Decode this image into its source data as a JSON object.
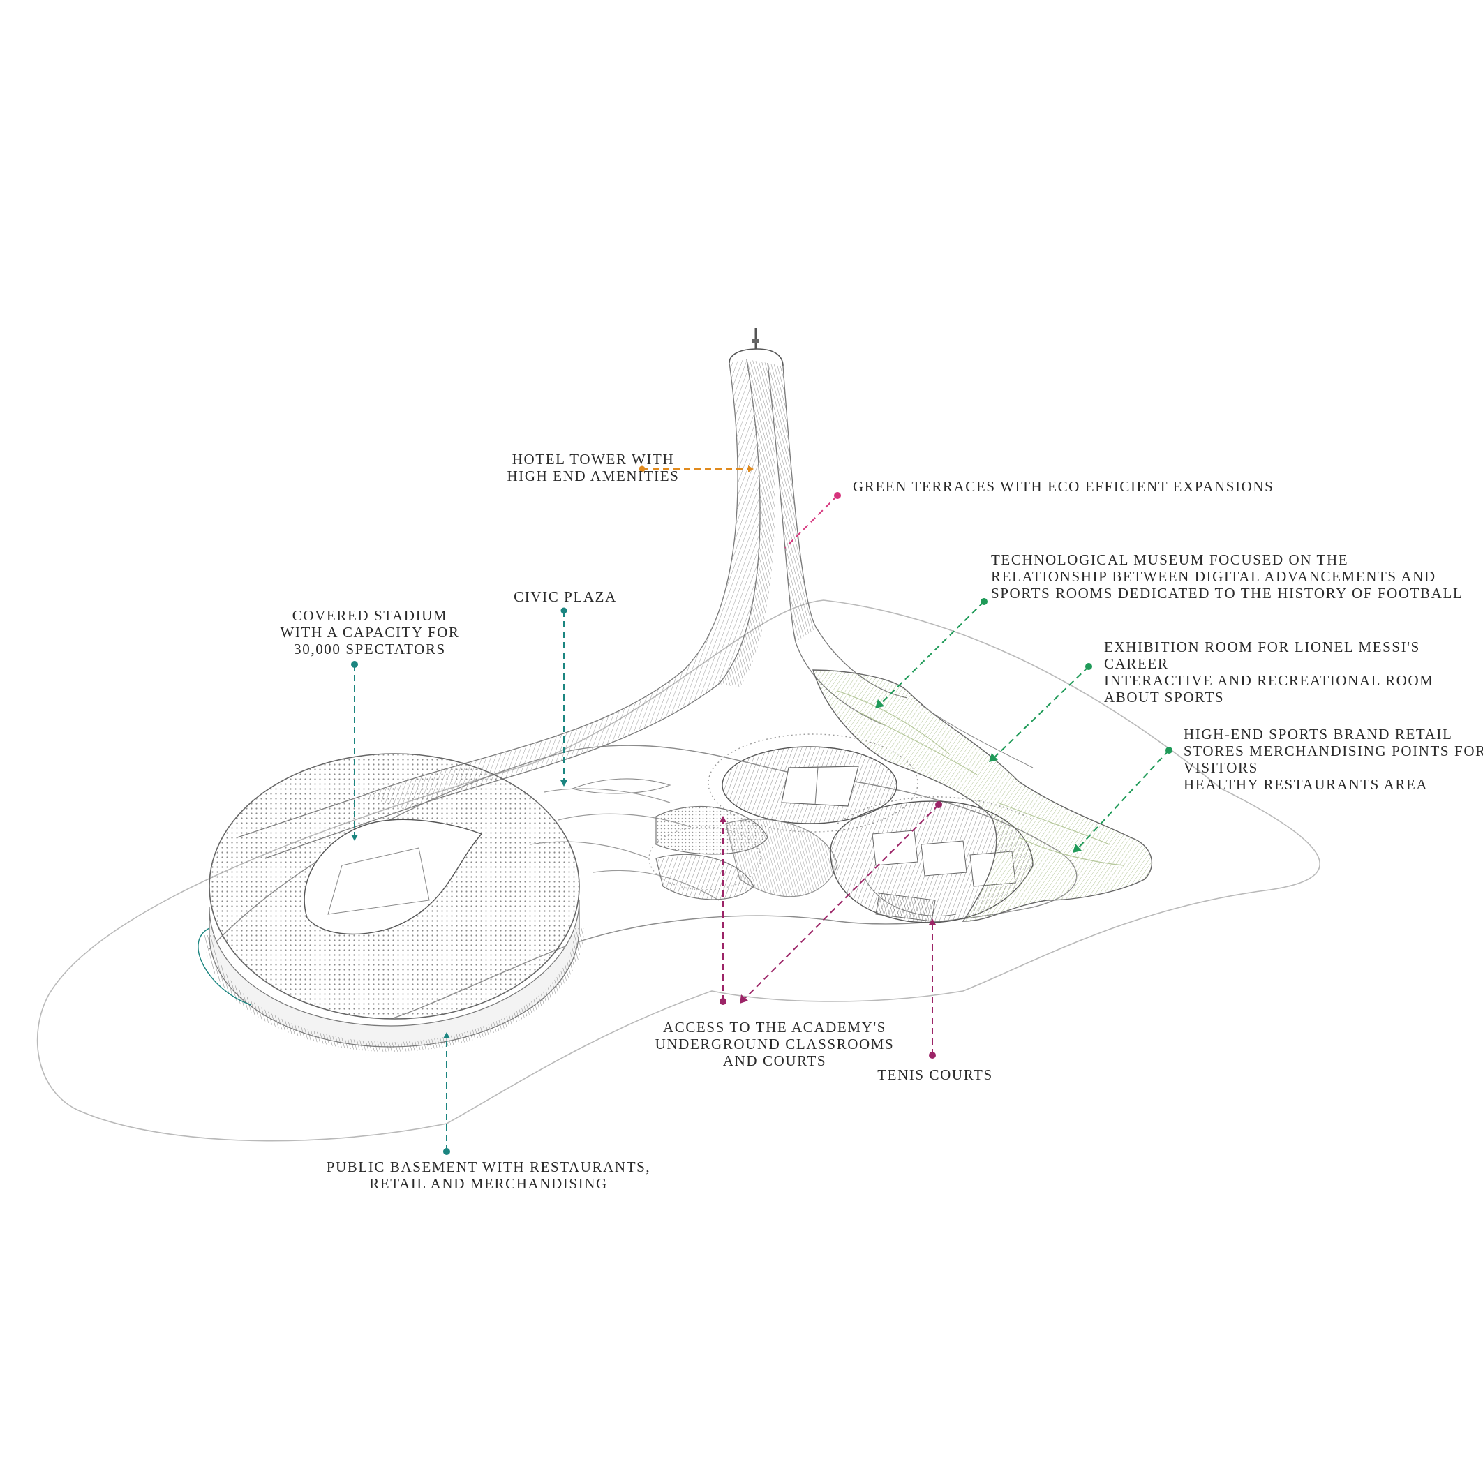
{
  "colors": {
    "teal": "#1b8580",
    "orange": "#e08a1e",
    "pink": "#d6337c",
    "green": "#1f9a58",
    "purple": "#9c2467",
    "line": "#6b6b6b",
    "light_line": "#b9b9b9",
    "contour_green": "#b5c79a",
    "text": "#2a2a2a"
  },
  "labels": {
    "hotel_tower": [
      "HOTEL TOWER WITH",
      "HIGH END AMENITIES"
    ],
    "green_terraces": [
      "GREEN TERRACES WITH ECO EFFICIENT EXPANSIONS"
    ],
    "tech_museum": [
      "TECHNOLOGICAL MUSEUM FOCUSED ON THE",
      "RELATIONSHIP BETWEEN DIGITAL ADVANCEMENTS AND",
      "SPORTS ROOMS DEDICATED TO THE HISTORY OF FOOTBALL"
    ],
    "exhibition": [
      "EXHIBITION ROOM FOR LIONEL MESSI'S",
      "CAREER",
      "INTERACTIVE AND RECREATIONAL ROOM",
      "ABOUT  SPORTS"
    ],
    "retail": [
      "HIGH-END SPORTS BRAND RETAIL",
      "STORES MERCHANDISING  POINTS FOR",
      "VISITORS",
      "HEALTHY RESTAURANTS AREA"
    ],
    "civic_plaza": [
      "CIVIC PLAZA"
    ],
    "stadium": [
      "COVERED STADIUM",
      "WITH A CAPACITY FOR",
      "30,000 SPECTATORS"
    ],
    "academy": [
      "ACCESS TO THE ACADEMY'S",
      "UNDERGROUND CLASSROOMS",
      "AND COURTS"
    ],
    "tennis": [
      "TENIS COURTS"
    ],
    "basement": [
      "PUBLIC BASEMENT WITH RESTAURANTS,",
      "RETAIL AND MERCHANDISING"
    ]
  }
}
